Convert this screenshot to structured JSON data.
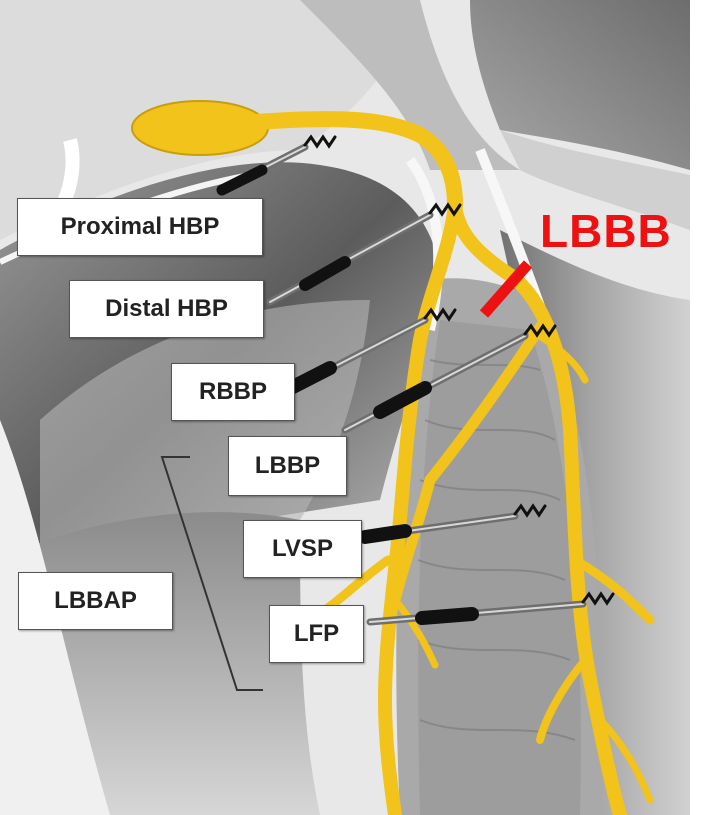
{
  "labels": {
    "proximal_hbp": "Proximal HBP",
    "distal_hbp": "Distal HBP",
    "rbbp": "RBBP",
    "lbbp": "LBBP",
    "lvsp": "LVSP",
    "lfp": "LFP",
    "lbbap": "LBBAP",
    "lbbb": "LBBB"
  },
  "colors": {
    "conduction": "#f2c31a",
    "lbbb_marker": "#ee1111",
    "lead_body": "#111111"
  }
}
